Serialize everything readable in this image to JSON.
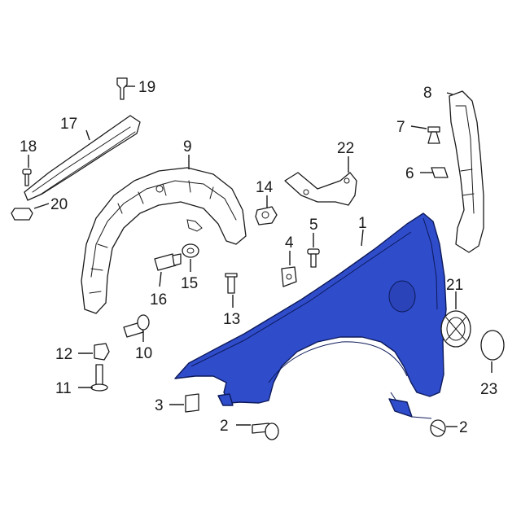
{
  "callouts": [
    {
      "id": "c1",
      "number": "1"
    },
    {
      "id": "c2a",
      "number": "2"
    },
    {
      "id": "c2b",
      "number": "2"
    },
    {
      "id": "c3",
      "number": "3"
    },
    {
      "id": "c4",
      "number": "4"
    },
    {
      "id": "c5",
      "number": "5"
    },
    {
      "id": "c6",
      "number": "6"
    },
    {
      "id": "c7",
      "number": "7"
    },
    {
      "id": "c8",
      "number": "8"
    },
    {
      "id": "c9",
      "number": "9"
    },
    {
      "id": "c10",
      "number": "10"
    },
    {
      "id": "c11",
      "number": "11"
    },
    {
      "id": "c12",
      "number": "12"
    },
    {
      "id": "c13",
      "number": "13"
    },
    {
      "id": "c14",
      "number": "14"
    },
    {
      "id": "c15",
      "number": "15"
    },
    {
      "id": "c16",
      "number": "16"
    },
    {
      "id": "c17",
      "number": "17"
    },
    {
      "id": "c18",
      "number": "18"
    },
    {
      "id": "c19",
      "number": "19"
    },
    {
      "id": "c20",
      "number": "20"
    },
    {
      "id": "c21",
      "number": "21"
    },
    {
      "id": "c22",
      "number": "22"
    },
    {
      "id": "c23",
      "number": "23"
    }
  ],
  "colors": {
    "highlight_part": "#2f4ccb",
    "outline": "#1a1a1a",
    "background": "#ffffff"
  }
}
